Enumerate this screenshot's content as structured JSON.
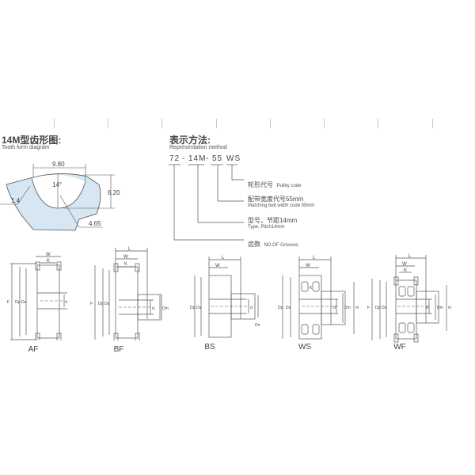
{
  "tooth_form": {
    "title_cn": "14M型齿形图:",
    "title_en": "Tooth form diagram",
    "dimensions": {
      "top_width": "9.80",
      "height": "6.20",
      "radius_small": "1.4",
      "angle": "14°",
      "radius_large": "4.65"
    }
  },
  "representation": {
    "title_cn": "表示方法:",
    "title_en": "Representation method",
    "code": {
      "grooves": "72",
      "sep1": "-",
      "pitch": "14M",
      "sep2": "-",
      "width": "55",
      "type": "WS"
    },
    "legend": [
      {
        "cn": "轮形代号",
        "en": "Pulley code"
      },
      {
        "cn": "配带宽度代号55mm",
        "en": "Matching belt width code 55mm"
      },
      {
        "cn": "型号，节距14mm",
        "en": "Type, Pitch14mm"
      },
      {
        "cn": "齿数",
        "en": "NO.OF Grooves"
      }
    ]
  },
  "pulley_types": [
    {
      "code": "AF",
      "dims": [
        "W",
        "K",
        "F",
        "Dp",
        "Da",
        "d"
      ]
    },
    {
      "code": "BF",
      "dims": [
        "L",
        "W",
        "K",
        "F",
        "Dp",
        "Da",
        "d",
        "Dm"
      ]
    },
    {
      "code": "BS",
      "dims": [
        "L",
        "W",
        "Dp",
        "Da",
        "d",
        "Dm"
      ]
    },
    {
      "code": "WS",
      "dims": [
        "L",
        "W",
        "K",
        "Dp",
        "Da",
        "d",
        "Dm",
        "m"
      ]
    },
    {
      "code": "WF",
      "dims": [
        "L",
        "W",
        "K",
        "F",
        "Dp",
        "Da",
        "d",
        "Dm",
        "m"
      ]
    }
  ],
  "colors": {
    "line": "#555555",
    "fill_tooth": "#d6e6f2",
    "tick": "#c8c8c8"
  }
}
